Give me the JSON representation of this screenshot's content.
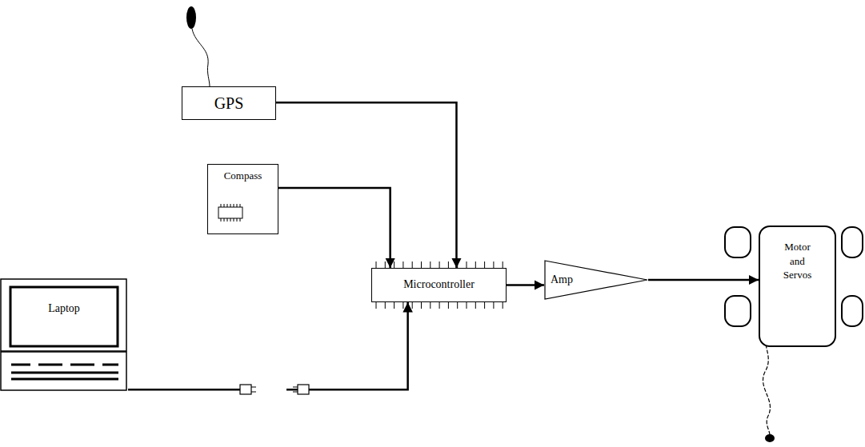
{
  "diagram": {
    "nodes": [
      {
        "text": [
          "GPS"
        ]
      },
      {
        "text": [
          "Compass"
        ]
      },
      {
        "text": [
          "Laptop"
        ]
      },
      {
        "text": [
          "Microcontroller"
        ]
      },
      {
        "text": [
          "Amp"
        ]
      },
      {
        "text": [
          "Motor and Servos"
        ]
      }
    ],
    "edges": [
      {
        "from": 0,
        "to": 3,
        "arrow": "to"
      },
      {
        "from": 1,
        "to": 3,
        "arrow": "to"
      },
      {
        "from": 2,
        "to": 3,
        "arrow": "to"
      },
      {
        "from": 3,
        "to": 4,
        "arrow": "to"
      },
      {
        "from": 4,
        "to": 5,
        "arrow": "to"
      }
    ]
  }
}
